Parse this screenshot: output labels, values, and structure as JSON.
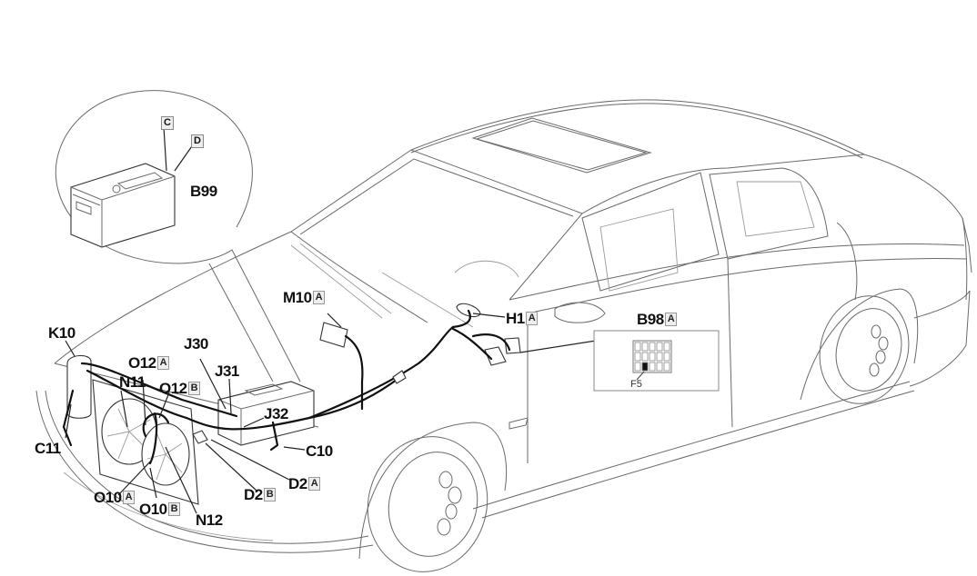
{
  "diagram": {
    "type": "component-location",
    "subject": "vehicle electrical harness / component locations",
    "inset_battery": {
      "label": "B99",
      "terminals": [
        "C",
        "D"
      ]
    },
    "fuse_box_inset": {
      "label": "B98",
      "label_badge": "A",
      "highlighted_fuse": "F5"
    },
    "components": [
      {
        "id": "k10",
        "label": "K10",
        "badge": ""
      },
      {
        "id": "c11",
        "label": "C11",
        "badge": ""
      },
      {
        "id": "n11",
        "label": "N11",
        "badge": ""
      },
      {
        "id": "o12a",
        "label": "O12",
        "badge": "A"
      },
      {
        "id": "o12b",
        "label": "O12",
        "badge": "B"
      },
      {
        "id": "j30",
        "label": "J30",
        "badge": ""
      },
      {
        "id": "j31",
        "label": "J31",
        "badge": ""
      },
      {
        "id": "j32",
        "label": "J32",
        "badge": ""
      },
      {
        "id": "m10a",
        "label": "M10",
        "badge": "A"
      },
      {
        "id": "h1a",
        "label": "H1",
        "badge": "A"
      },
      {
        "id": "c10",
        "label": "C10",
        "badge": ""
      },
      {
        "id": "d2a",
        "label": "D2",
        "badge": "A"
      },
      {
        "id": "d2b",
        "label": "D2",
        "badge": "B"
      },
      {
        "id": "o10a",
        "label": "O10",
        "badge": "A"
      },
      {
        "id": "o10b",
        "label": "O10",
        "badge": "B"
      },
      {
        "id": "n12",
        "label": "N12",
        "badge": ""
      }
    ]
  }
}
